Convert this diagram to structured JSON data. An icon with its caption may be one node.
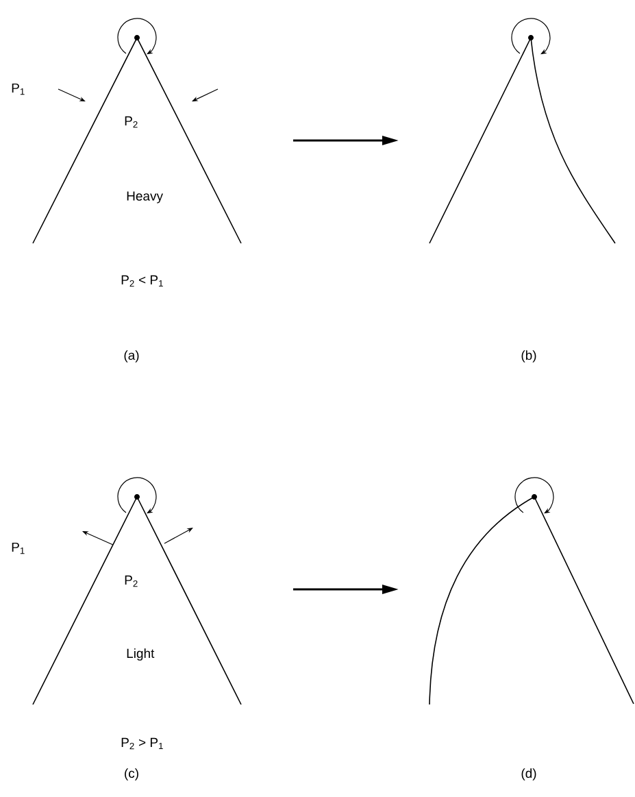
{
  "diagram": {
    "labels": [
      "P$_{1}$",
      "P$_{2}$",
      "Heavy",
      "P$_{2}$ < P$_{1}$",
      "(a)",
      "(b)",
      "P$_{1}$",
      "P$_{2}$",
      "Light",
      "P$_{2}$ > P$_{1}$",
      "(c)",
      "(d)"
    ]
  }
}
